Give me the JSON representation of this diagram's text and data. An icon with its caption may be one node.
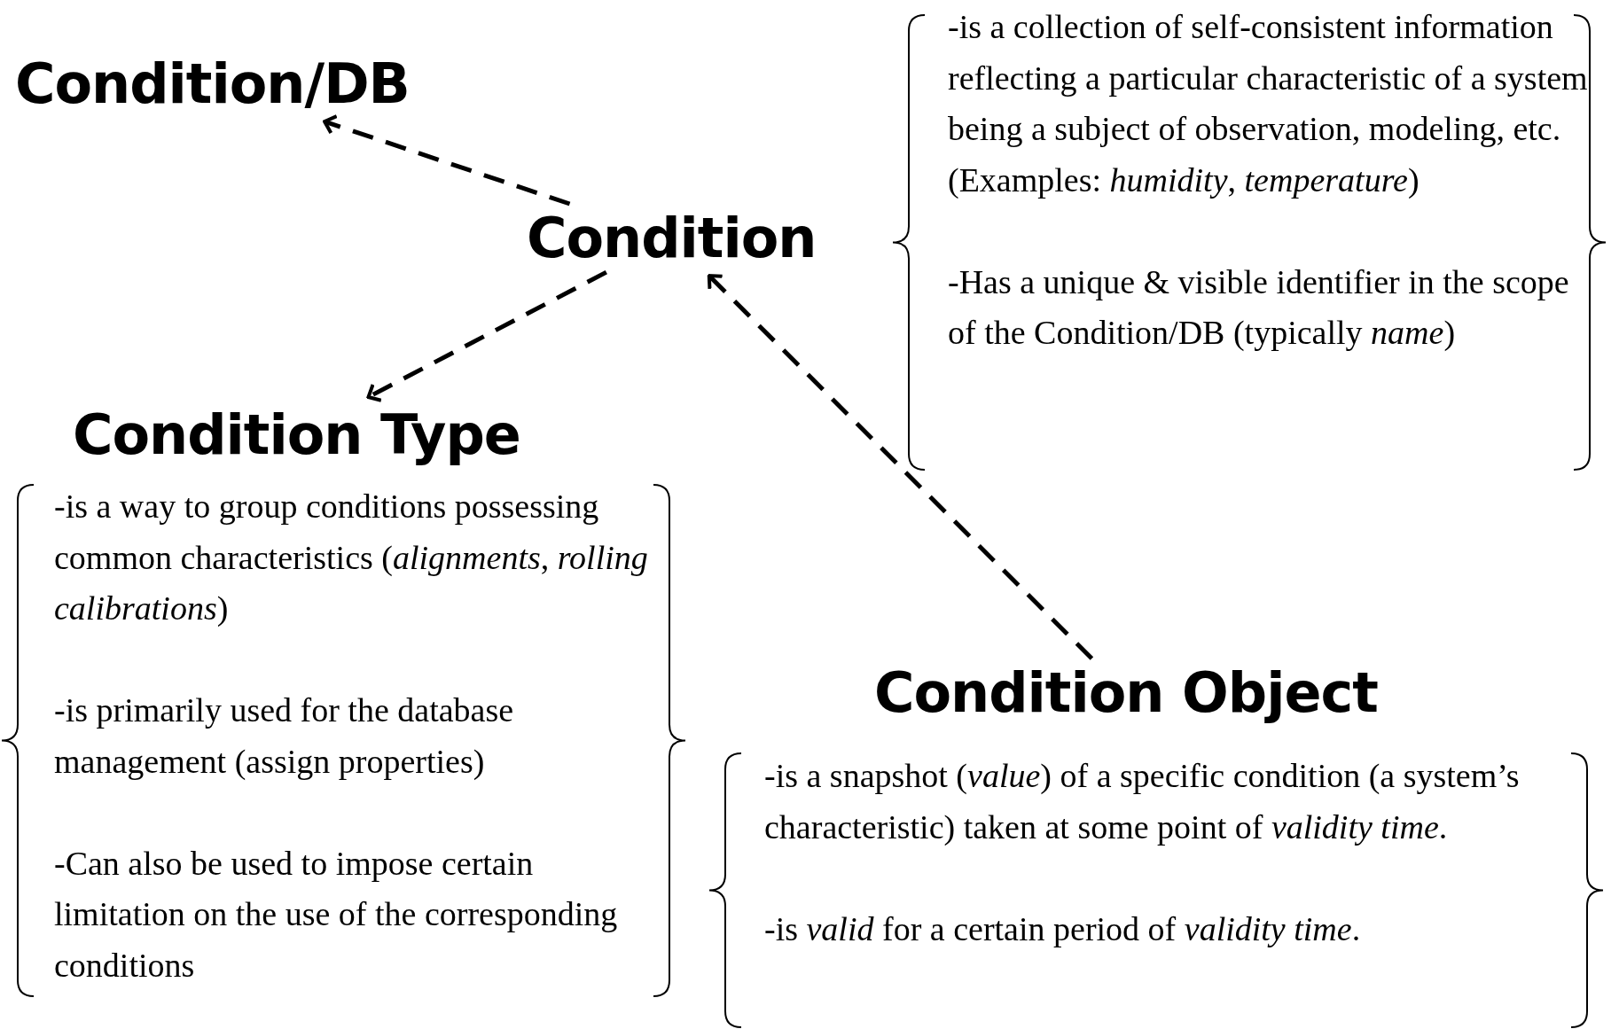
{
  "diagram": {
    "nodes": [
      {
        "text": [
          "Condition/DB"
        ]
      },
      {
        "text": [
          "Condition"
        ],
        "beside": [
          "-is a collection of self-consistent information reflecting a particular characteristic of a system being a subject of observation, modeling, etc. (Examples: *humidity*, *temperature*)",
          "-Has a unique & visible identifier in the scope of the Condition/DB (typically *name*)"
        ]
      },
      {
        "text": [
          "Condition Type"
        ],
        "beside": [
          "-is a way to group conditions possessing common characteristics (*alignments*, *rolling calibrations*)",
          "-is primarily used for the database management (assign properties)",
          "-Can also be used to impose certain limitation on the use of the corresponding conditions"
        ]
      },
      {
        "text": [
          "Condition Object"
        ],
        "beside": [
          "-is a snapshot (*value*) of a specific condition (a system’s characteristic) taken at some point of *validity time*.",
          "-is *valid* for a certain period of *validity time*."
        ]
      }
    ],
    "edges": [
      {
        "from": 1,
        "to": 0,
        "arrow": "to",
        "style": "dashed"
      },
      {
        "from": 1,
        "to": 2,
        "arrow": "to",
        "style": "dashed"
      },
      {
        "from": 3,
        "to": 1,
        "arrow": "to",
        "style": "dashed"
      }
    ]
  }
}
